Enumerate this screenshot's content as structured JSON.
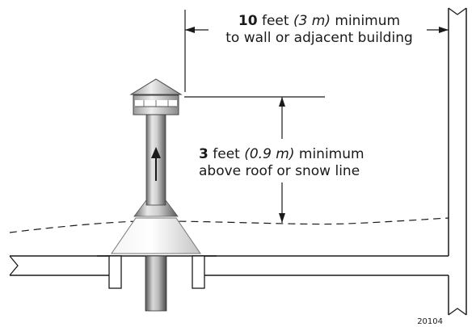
{
  "wall_note": {
    "number": "10",
    "unit": " feet ",
    "metric": "(3 m)",
    "rest1": " minimum",
    "line2": "to wall or adjacent building"
  },
  "height_note": {
    "number": "3",
    "unit": " feet ",
    "metric": "(0.9 m)",
    "rest1": " minimum",
    "line2": "above roof or snow line"
  },
  "figure_id": "20104",
  "colors": {
    "line": "#1a1a1a",
    "pipe_light": "#e6e6e6",
    "pipe_mid": "#9a9a9a",
    "pipe_dark": "#555555",
    "flashing_light": "#f0f0f0",
    "flashing_dark": "#bdbdbd"
  }
}
